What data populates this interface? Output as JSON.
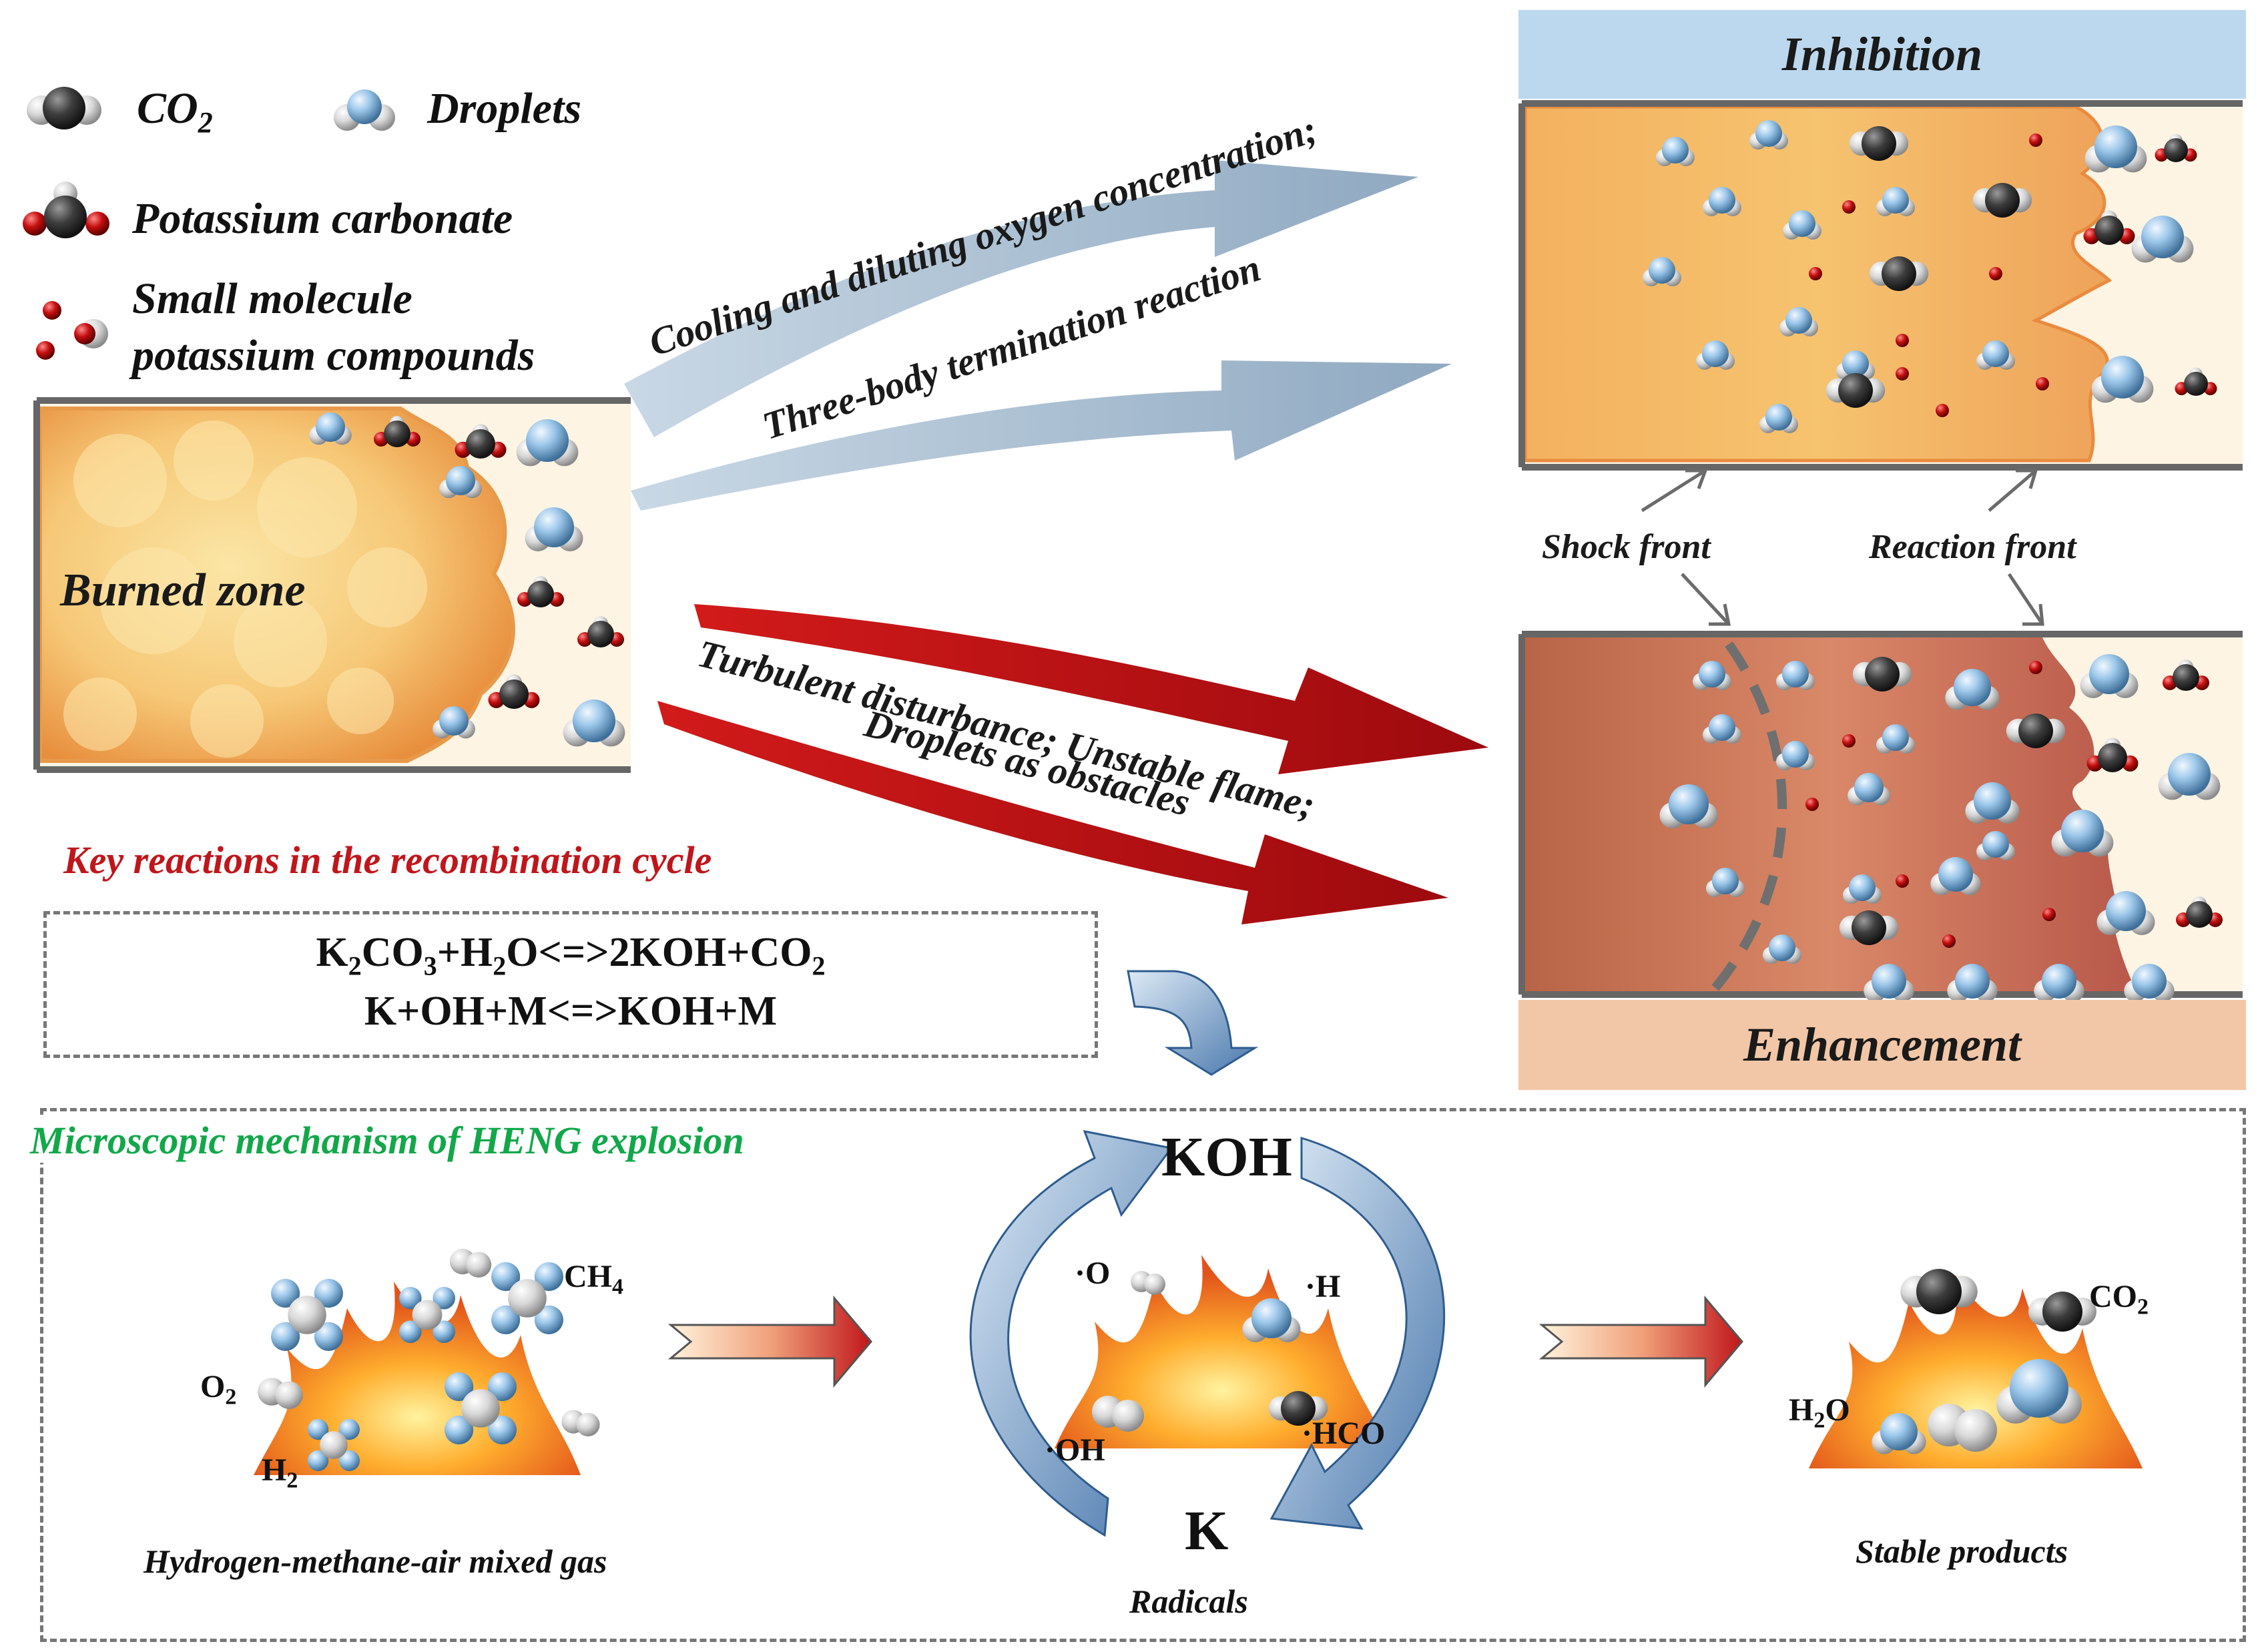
{
  "legend": {
    "co2": {
      "text": "CO",
      "sub": "2"
    },
    "droplets": "Droplets",
    "potassium_carbonate": "Potassium carbonate",
    "small_molecule_line1": "Small molecule",
    "small_molecule_line2": "potassium compounds"
  },
  "burned_zone": "Burned zone",
  "arrows": {
    "blue_line1": "Cooling and diluting oxygen concentration;",
    "blue_line2": "Three-body termination reaction",
    "red_line1": "Turbulent disturbance; Unstable flame;",
    "red_line2": "Droplets as obstacles"
  },
  "panels": {
    "inhibition": "Inhibition",
    "enhancement": "Enhancement",
    "shock_front": "Shock front",
    "reaction_front": "Reaction front"
  },
  "key_reactions": {
    "title": "Key reactions in the recombination cycle",
    "eq1": {
      "a": "K",
      "a_sub": "2",
      "b": "CO",
      "b_sub": "3",
      "c": "+H",
      "c_sub": "2",
      "d": "O<=>2KOH+CO",
      "d_sub": "2"
    },
    "eq2": "K+OH+M<=>KOH+M"
  },
  "micro": {
    "title": "Microscopic mechanism of HENG explosion",
    "ch4": {
      "text": "CH",
      "sub": "4"
    },
    "o2": {
      "text": "O",
      "sub": "2"
    },
    "h2": {
      "text": "H",
      "sub": "2"
    },
    "mixed_gas": "Hydrogen-methane-air mixed gas",
    "koh": "KOH",
    "k": "K",
    "radicals": "Radicals",
    "o_rad": "·O",
    "h_rad": "·H",
    "oh_rad": "·OH",
    "hco_rad": "·HCO",
    "co2": {
      "text": "CO",
      "sub": "2"
    },
    "h2o": {
      "text": "H",
      "sub": "2",
      "tail": "O"
    },
    "stable": "Stable products"
  },
  "colors": {
    "inhibition_banner": "#bcd8ee",
    "enhancement_banner": "#f2c7a7",
    "blue_arrow": "#a9bfd3",
    "red_arrow": "#b80d12",
    "key_reactions_title": "#c0161b",
    "micro_title": "#12a84a",
    "flame_light": "#f6c777",
    "flame_dark": "#c46d4e",
    "droplet": "#8fc0e8",
    "co2_dark": "#3b3b3b"
  }
}
